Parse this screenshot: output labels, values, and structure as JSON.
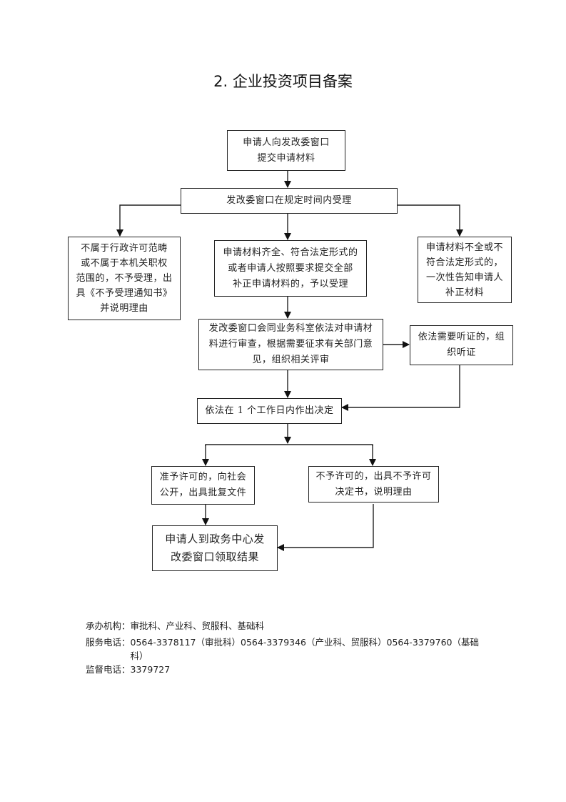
{
  "title": "2. 企业投资项目备案",
  "nodes": {
    "submit": [
      "申请人向发改委窗口",
      "提交申请材料"
    ],
    "accept": [
      "发改委窗口在规定时间内受理"
    ],
    "reject": [
      "不属于行政许可范畴",
      "或不属于本机关职权",
      "范围的，不予受理，出",
      "具《不予受理通知书》",
      "并说明理由"
    ],
    "complete": [
      "申请材料齐全、符合法定形式的",
      "或者申请人按照要求提交全部",
      "补正申请材料的，予以受理"
    ],
    "incomplete": [
      "申请材料不全或不",
      "符合法定形式的，",
      "一次性告知申请人",
      "补正材料"
    ],
    "review": [
      "发改委窗口会同业务科室依法对申请材",
      "料进行审查，根据需要征求有关部门意",
      "见，组织相关评审"
    ],
    "hearing": [
      "依法需要听证的，组",
      "织听证"
    ],
    "decision": [
      "依法在 1 个工作日内作出决定"
    ],
    "approve": [
      "准予许可的，向社会",
      "公开，出具批复文件"
    ],
    "deny": [
      "不予许可的，出具不予许可",
      "决定书，说明理由"
    ],
    "result": [
      "申请人到政务中心发",
      "改委窗口领取结果"
    ]
  },
  "footer": {
    "org_label": "承办机构：",
    "org_value": "审批科、产业科、贸服科、基础科",
    "phone_label": "服务电话：",
    "phone_value": "0564-3378117（审批科）0564-3379346（产业科、贸服科）0564-3379760（基础科）",
    "supervise_label": "监督电话：",
    "supervise_value": "3379727"
  }
}
